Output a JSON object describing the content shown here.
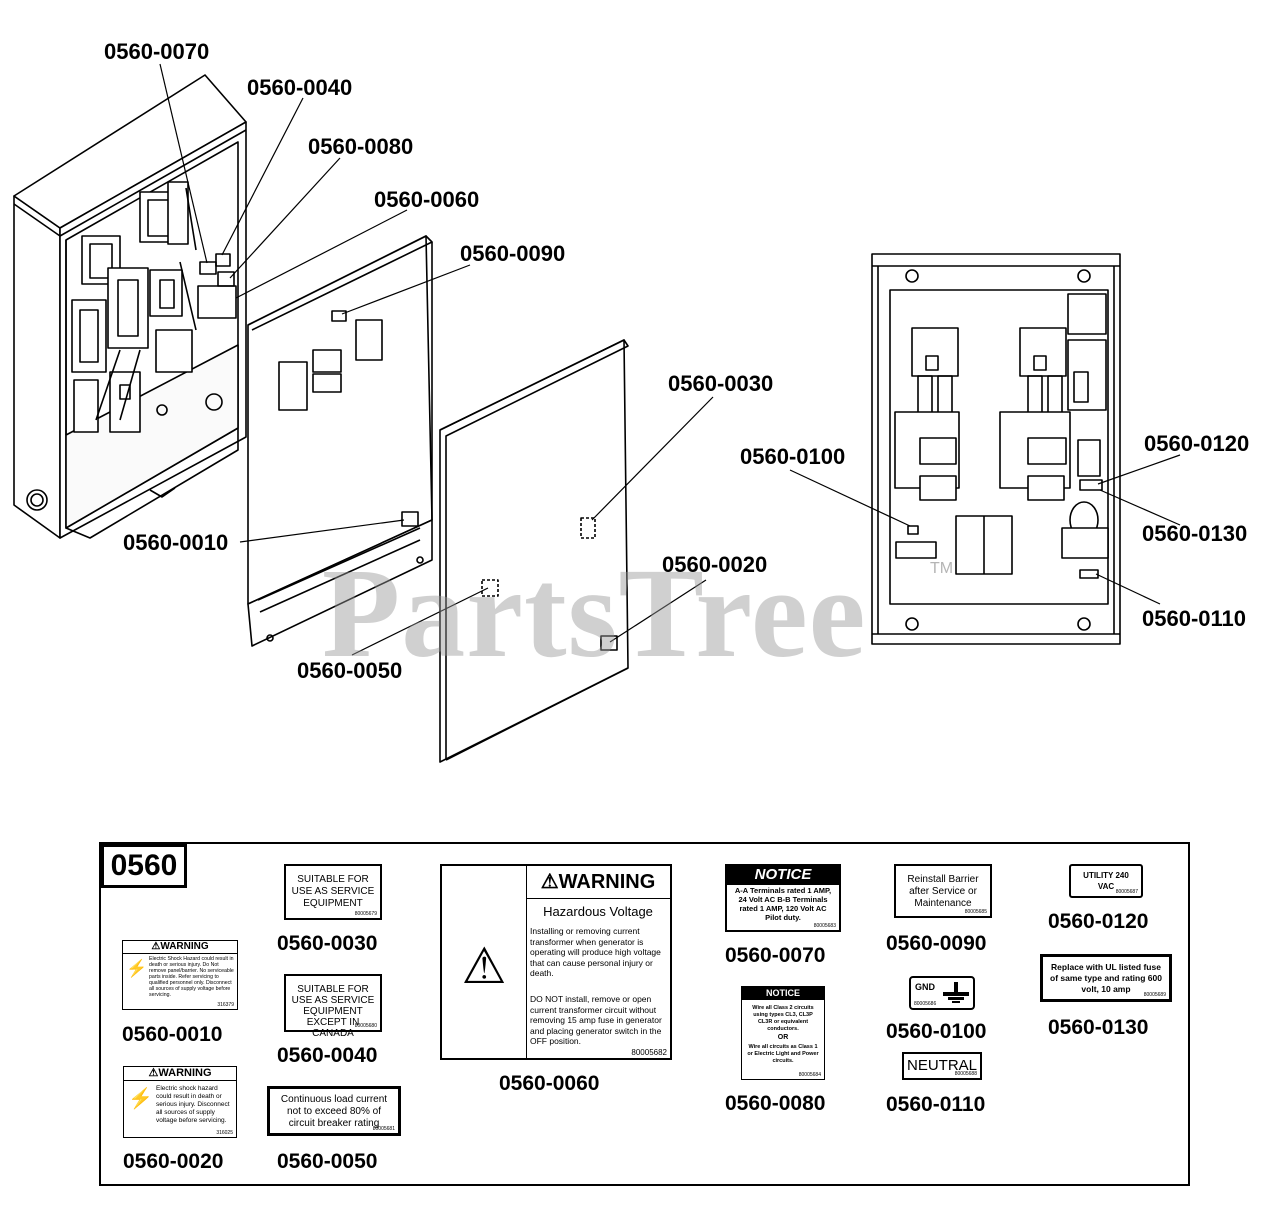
{
  "callouts": {
    "c0070": "0560-0070",
    "c0040": "0560-0040",
    "c0080": "0560-0080",
    "c0060": "0560-0060",
    "c0090": "0560-0090",
    "c0030": "0560-0030",
    "c0100": "0560-0100",
    "c0120": "0560-0120",
    "c0130": "0560-0130",
    "c0110": "0560-0110",
    "c0010": "0560-0010",
    "c0020": "0560-0020",
    "c0050": "0560-0050"
  },
  "watermark": {
    "text": "PartsTree",
    "tm": "TM"
  },
  "legend": {
    "title": "0560",
    "d0030": {
      "lines": "SUITABLE FOR USE AS SERVICE EQUIPMENT",
      "code": "80005679",
      "num": "0560-0030"
    },
    "d0040": {
      "lines": "SUITABLE FOR USE AS SERVICE EQUIPMENT EXCEPT IN CANADA",
      "code": "80005680",
      "num": "0560-0040"
    },
    "d0050": {
      "lines": "Continuous load current not to exceed 80% of circuit breaker rating",
      "code": "80005681",
      "num": "0560-0050"
    },
    "d0010": {
      "header": "WARNING",
      "body": "Electric Shock Hazard could result in death or serious injury. Do Not remove panel/barrier. No serviceable parts inside. Refer servicing to qualified personnel only. Disconnect all sources of supply voltage before servicing.",
      "code": "316379",
      "num": "0560-0010"
    },
    "d0020": {
      "header": "WARNING",
      "body": "Electric shock hazard could result in death or serious injury. Disconnect all sources of supply voltage before servicing.",
      "code": "316025",
      "num": "0560-0020"
    },
    "d0060": {
      "header": "WARNING",
      "subheader": "Hazardous Voltage",
      "body1": "Installing or removing current transformer when generator is operating will produce high voltage that can cause personal injury or death.",
      "body2": "DO NOT install, remove or open current transformer circuit without removing 15 amp fuse in generator and placing generator switch in the OFF position.",
      "code": "80005682",
      "num": "0560-0060"
    },
    "d0070": {
      "header": "NOTICE",
      "body": "A-A Terminals rated 1 AMP, 24 Volt AC B-B Terminals rated 1 AMP, 120 Volt AC Pilot duty.",
      "code": "80005683",
      "num": "0560-0070"
    },
    "d0080": {
      "header": "NOTICE",
      "body1": "Wire all Class 2 circuits using types CL3, CL3P CL3R or equivalent conductors.",
      "or": "OR",
      "body2": "Wire all circuits as Class 1 or Electric Light and Power circuits.",
      "code": "80005684",
      "num": "0560-0080"
    },
    "d0090": {
      "lines": "Reinstall Barrier after Service or Maintenance",
      "code": "80005685",
      "num": "0560-0090"
    },
    "d0100": {
      "label": "GND",
      "code": "80005686",
      "num": "0560-0100"
    },
    "d0110": {
      "label": "NEUTRAL",
      "code": "80005688",
      "num": "0560-0110"
    },
    "d0120": {
      "lines": "UTILITY 240 VAC",
      "code": "80005687",
      "num": "0560-0120"
    },
    "d0130": {
      "lines": "Replace with UL listed fuse of same type and rating 600 volt, 10 amp",
      "code": "80005689",
      "num": "0560-0130"
    }
  }
}
